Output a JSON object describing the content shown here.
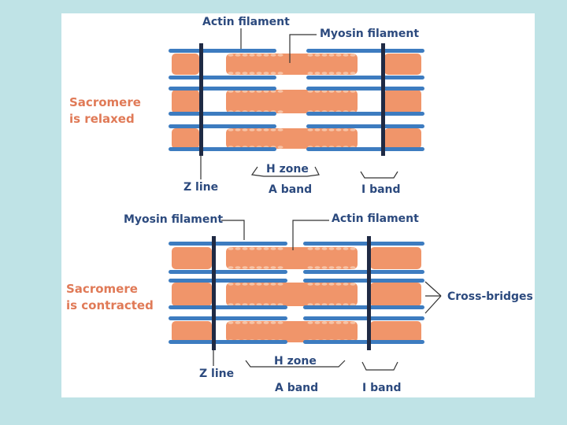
{
  "colors": {
    "background": "#bfe3e6",
    "panel": "#ffffff",
    "label_text": "#2c4a7e",
    "state_text": "#e07a57",
    "myosin": "#f0956a",
    "myosin_heads": "#f7c3a5",
    "actin": "#3d7cc0",
    "z_line": "#1f2a44",
    "leader_lines": "#333333"
  },
  "relaxed": {
    "state_label_line1": "Sacromere",
    "state_label_line2": "is relaxed",
    "actin_label": "Actin filament",
    "myosin_label": "Myosin filament",
    "h_zone_label": "H zone",
    "z_line_label": "Z line",
    "a_band_label": "A band",
    "i_band_label": "I band"
  },
  "contracted": {
    "state_label_line1": "Sacromere",
    "state_label_line2": "is contracted",
    "myosin_label": "Myosin filament",
    "actin_label": "Actin filament",
    "cross_bridges_label": "Cross-bridges",
    "h_zone_label": "H zone",
    "z_line_label": "Z line",
    "a_band_label": "A band",
    "i_band_label": "I band"
  }
}
